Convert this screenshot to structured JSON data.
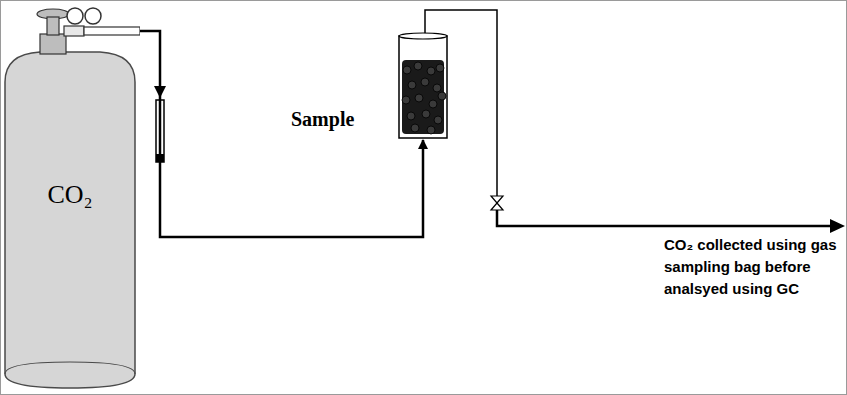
{
  "diagram": {
    "nodes": [
      {
        "text": [
          "CO₂"
        ]
      },
      {
        "text": [
          "Sample"
        ]
      }
    ],
    "edges": [
      {
        "from": 0,
        "to": 1,
        "arrow": "to"
      }
    ],
    "labels": [
      "CO₂ collected using gas sampling bag before analsyed using GC"
    ]
  }
}
